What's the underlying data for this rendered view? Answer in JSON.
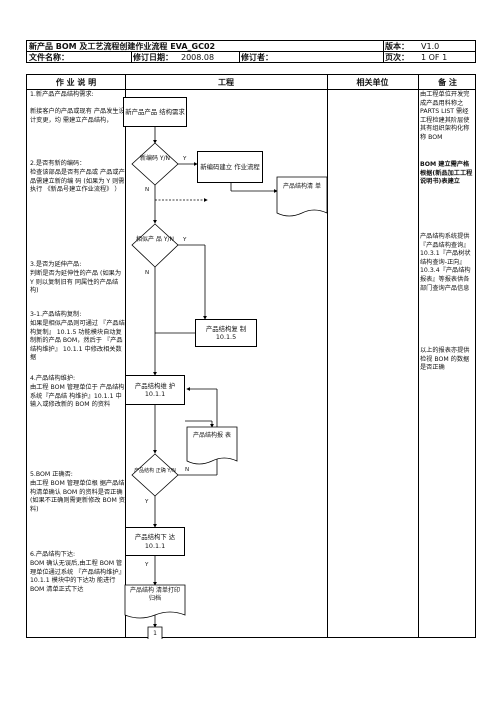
{
  "header": {
    "title": "新产品 BOM 及工艺流程创建作业流程 EVA_GC02",
    "version_label": "版本：",
    "version_value": "V1.0",
    "filename_label": "文件名称：",
    "revision_date_label": "修订日期：",
    "revision_date_value": "2008.08",
    "reviser_label": "修订者：",
    "page_label": "页次：",
    "page_value": "1 OF 1"
  },
  "columns": {
    "desc": "作 业 说 明",
    "flow": "工程",
    "unit": "相关单位",
    "notes": "备 注"
  },
  "descriptions": [
    "1.新产品产品结构需求:",
    "新接客户的产品或现有 产品发生设计变更，均 需建立产品结构，",
    "2.是否有新的编码：",
    "检查该部品是否有产品或 产品或产品需建立新的编 码 (如果为 Y 则需执行 《新品号建立作业流程》 ）",
    "3.是否为延伸产品:",
    "判断是否为延伸性的产品 (如果为 Y 则以复制旧有 同属性的产品结构)",
    "3-1.产品结构复制:",
    "如果是相似产品则可通过 『产品结构复制』 10.1.5 功能模块自动复制新的产品 BOM，然后于 『产品结构维护』 10.1.1 中修改相关数据",
    "4.产品结构维护:",
    "由工程 BOM 管理单位于 产品结构系统『产品结 构维护』10.1.1 中输入或修改新的 BOM 的资料",
    "5.BOM 正确否:",
    "由工程 BOM 管理单位根 据产品结构清单确认 BOM 的资料是否正确 (如果不正确则需更新修改 BOM 资料)",
    "6.产品结构下达:",
    "BOM 确认无误后,由工程 BOM 管理单位通过系统 『产品结构维护』 10.1.1 模块中的下达功 能进行 BOM 清单正式下达"
  ],
  "notes": [
    "由工程单位开发完成产品用料称之 PARTS LIST 需经工程检建其阶层使其有组织架构化称称 BOM",
    "BOM 建立需产格根据(新品加工工程说明书)表建立",
    "产品结构系统提供『产品结构查询』10.3.1『产品树状结构查询-正向』10.3.4『产品结构报表』等报表供各部门查询产品信息",
    "以上的报表亦提供检视 BOM 的数据是否正确"
  ],
  "flow": {
    "start": "新产品产品 结构需求",
    "decision_new_code": "新编码 Y/N",
    "new_code_proc": "新编码建立 作业流程",
    "bom_list_doc": "产品结构清 单",
    "decision_similar": "相似产 品 Y/N",
    "copy_proc": "产品结构复 制 10.1.5",
    "maintain_proc": "产品结构维 护 10.1.1",
    "report_doc": "产品结构报 表",
    "decision_correct": "产品结构 正确 Y/N",
    "release_proc": "产品结构下 达 10.1.1",
    "print_doc": "产品结构 清单打印 归档",
    "end_connector": "1",
    "y": "Y",
    "n": "N"
  }
}
